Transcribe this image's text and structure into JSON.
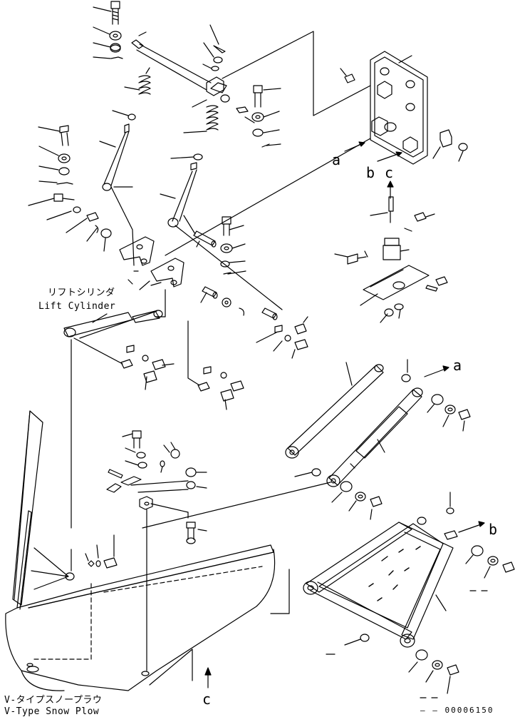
{
  "labels": {
    "lift_cylinder_jp": "リフトシリンダ",
    "lift_cylinder_en": "Lift Cylinder",
    "snowplow_jp": "V-タイプスノープラウ",
    "snowplow_en": "V-Type Snow Plow",
    "ref_a_left": "a",
    "ref_b_top": "b",
    "ref_c_top": "c",
    "ref_a_right": "a",
    "ref_b_right": "b",
    "ref_c_bottom": "c",
    "drawing_code": "00006150"
  }
}
